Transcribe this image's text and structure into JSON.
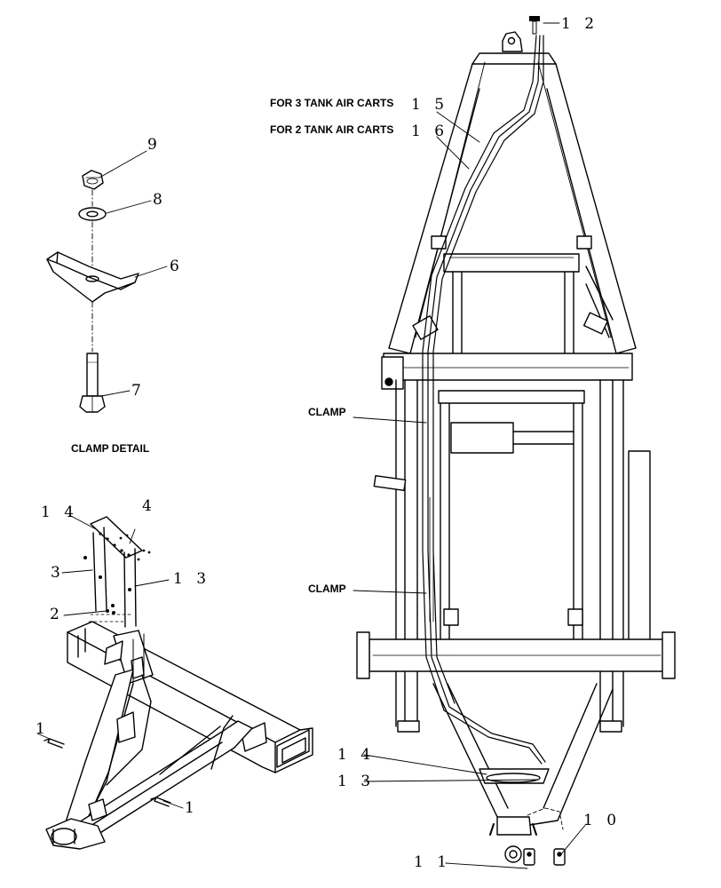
{
  "drawing": {
    "captions": {
      "for_3_tank": "FOR 3 TANK AIR CARTS",
      "for_2_tank": "FOR 2 TANK AIR CARTS",
      "clamp_upper": "CLAMP",
      "clamp_lower": "CLAMP",
      "clamp_detail": "CLAMP DETAIL"
    },
    "callouts": {
      "c1a": "1",
      "c1b": "1",
      "c2": "2",
      "c3": "3",
      "c4": "4",
      "c6": "6",
      "c7": "7",
      "c8": "8",
      "c9": "9",
      "c10": "1 0",
      "c11": "1 1",
      "c12": "1 2",
      "c13a": "1 3",
      "c13b": "1 3",
      "c14a": "1 4",
      "c14b": "1 4",
      "c15": "1 5",
      "c16": "1 6"
    }
  }
}
